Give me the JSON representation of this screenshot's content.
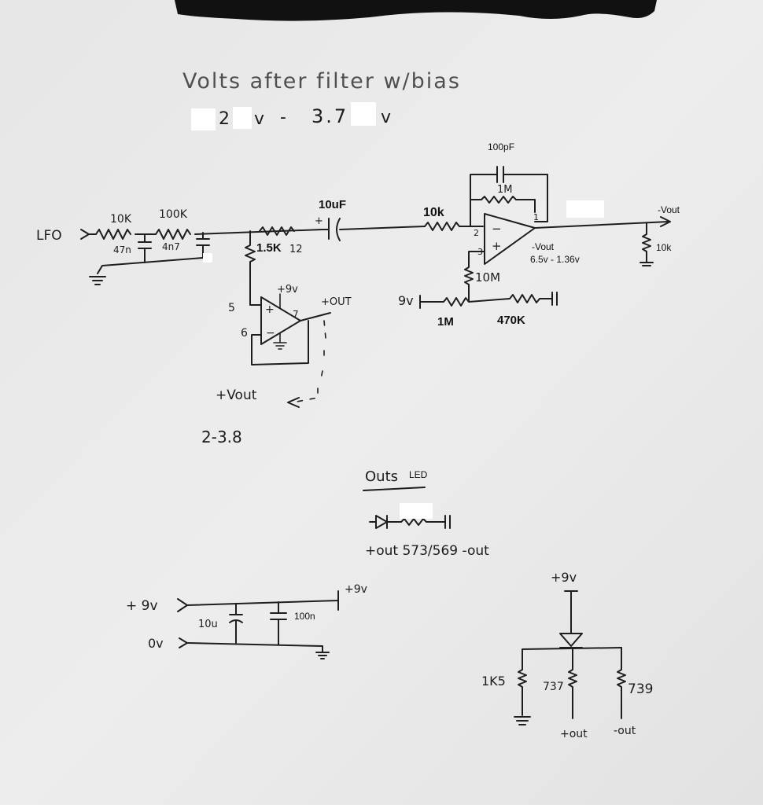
{
  "title": "Volts after filter w/bias",
  "range": {
    "low": "2",
    "v1": "v",
    "dash": "-",
    "high": "3.7",
    "v2": "v"
  },
  "input": {
    "label": "LFO"
  },
  "filter": {
    "r1": "10K",
    "r2": "100K",
    "c1": "47n",
    "c2": "4n7",
    "bias_r": "1.5K",
    "bias_r_pin": "12",
    "coupling_cap": "10uF"
  },
  "buffer": {
    "supply": "+9v",
    "pin_in": "5",
    "pin_inv": "6",
    "pin_out": "7",
    "out_label": "+OUT",
    "vout_label": "+Vout",
    "vout_range": "2-3.8"
  },
  "inverter": {
    "feedback_cap": "100pF",
    "feedback_r": "1M",
    "input_r": "10k",
    "pin_inv": "2",
    "pin_noninv": "3",
    "pin_out": "1",
    "bias_r": "10M",
    "supply": "9v",
    "div_r1": "1M",
    "div_r2": "470K",
    "out_label": "-Vout",
    "load_r": "10k",
    "vout_label": "-Vout",
    "vout_range": "6.5v - 1.36v"
  },
  "led": {
    "heading": "Outs",
    "heading_tag": "LED",
    "caption": "+out 573/569 -out"
  },
  "power": {
    "plus": "+ 9v",
    "zero": "0v",
    "cap1": "10u",
    "cap2": "100n",
    "rail": "+9v"
  },
  "leds_bottom": {
    "supply": "+9v",
    "r_left": "1K5",
    "r_mid": "737",
    "r_right": "739",
    "out_pos": "+out",
    "out_neg": "-out"
  }
}
